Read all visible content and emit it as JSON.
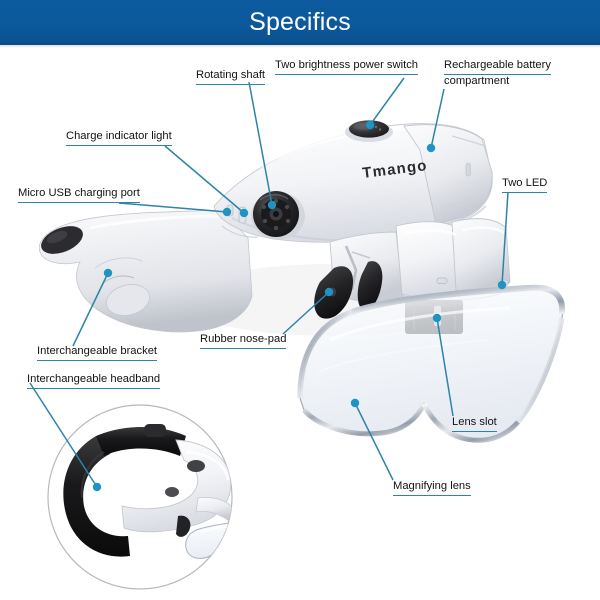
{
  "header": {
    "title": "Specifics",
    "bg_color": "#0c5a9d",
    "text_color": "#ffffff"
  },
  "theme": {
    "leader_color": "#2c84a8",
    "dot_color": "#1f93c4",
    "label_color": "#131313",
    "product_white": "#f4f5f7",
    "product_dark": "#231f20",
    "lens_tint": "#eef1f6"
  },
  "product": {
    "brand_text": "Tmango"
  },
  "callouts": [
    {
      "id": "rotating-shaft",
      "label": "Rotating shaft"
    },
    {
      "id": "two-brightness-switch",
      "label": "Two brightness power switch"
    },
    {
      "id": "rechargeable-battery",
      "label_line1": "Rechargeable battery",
      "label_line2": "compartment"
    },
    {
      "id": "charge-indicator",
      "label": "Charge indicator light"
    },
    {
      "id": "micro-usb-port",
      "label": "Micro USB charging port"
    },
    {
      "id": "two-led",
      "label": "Two LED"
    },
    {
      "id": "interchangeable-bracket",
      "label": "Interchangeable bracket"
    },
    {
      "id": "rubber-nose-pad",
      "label": "Rubber nose-pad"
    },
    {
      "id": "interchangeable-headband",
      "label": "Interchangeable headband"
    },
    {
      "id": "lens-slot",
      "label": "Lens slot"
    },
    {
      "id": "magnifying-lens",
      "label": "Magnifying lens"
    }
  ]
}
